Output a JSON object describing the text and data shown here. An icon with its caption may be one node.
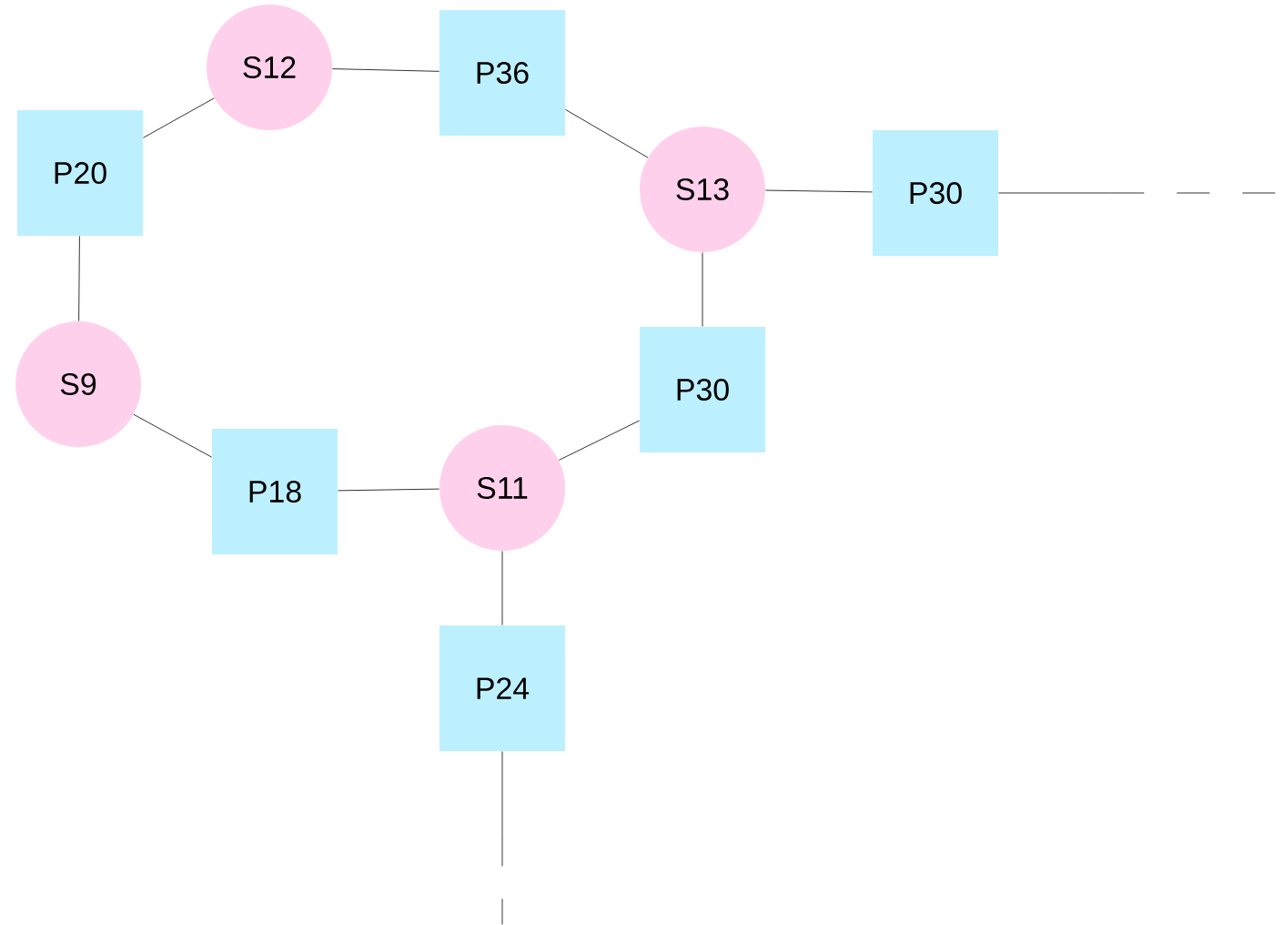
{
  "diagram": {
    "nodes": [
      {
        "text": [
          "S12"
        ]
      },
      {
        "text": [
          "P36"
        ]
      },
      {
        "text": [
          "P20"
        ]
      },
      {
        "text": [
          "S13"
        ]
      },
      {
        "text": [
          "P30"
        ]
      },
      {
        "text": [
          "S9"
        ]
      },
      {
        "text": [
          "P30"
        ]
      },
      {
        "text": [
          "P18"
        ]
      },
      {
        "text": [
          "S11"
        ]
      },
      {
        "text": [
          "P24"
        ]
      }
    ],
    "edges": [
      {
        "from": 2,
        "to": 0,
        "arrow": "none"
      },
      {
        "from": 0,
        "to": 1,
        "arrow": "none"
      },
      {
        "from": 1,
        "to": 3,
        "arrow": "none"
      },
      {
        "from": 3,
        "to": 4,
        "arrow": "none"
      },
      {
        "from": 3,
        "to": 6,
        "arrow": "none"
      },
      {
        "from": 6,
        "to": 8,
        "arrow": "none"
      },
      {
        "from": 8,
        "to": 7,
        "arrow": "none"
      },
      {
        "from": 7,
        "to": 5,
        "arrow": "none"
      },
      {
        "from": 5,
        "to": 2,
        "arrow": "none"
      },
      {
        "from": 8,
        "to": 9,
        "arrow": "none"
      },
      {
        "from": 4,
        "to": null,
        "arrow": "none",
        "style": "dashed"
      },
      {
        "from": 9,
        "to": null,
        "arrow": "none",
        "style": "dashed"
      }
    ]
  }
}
